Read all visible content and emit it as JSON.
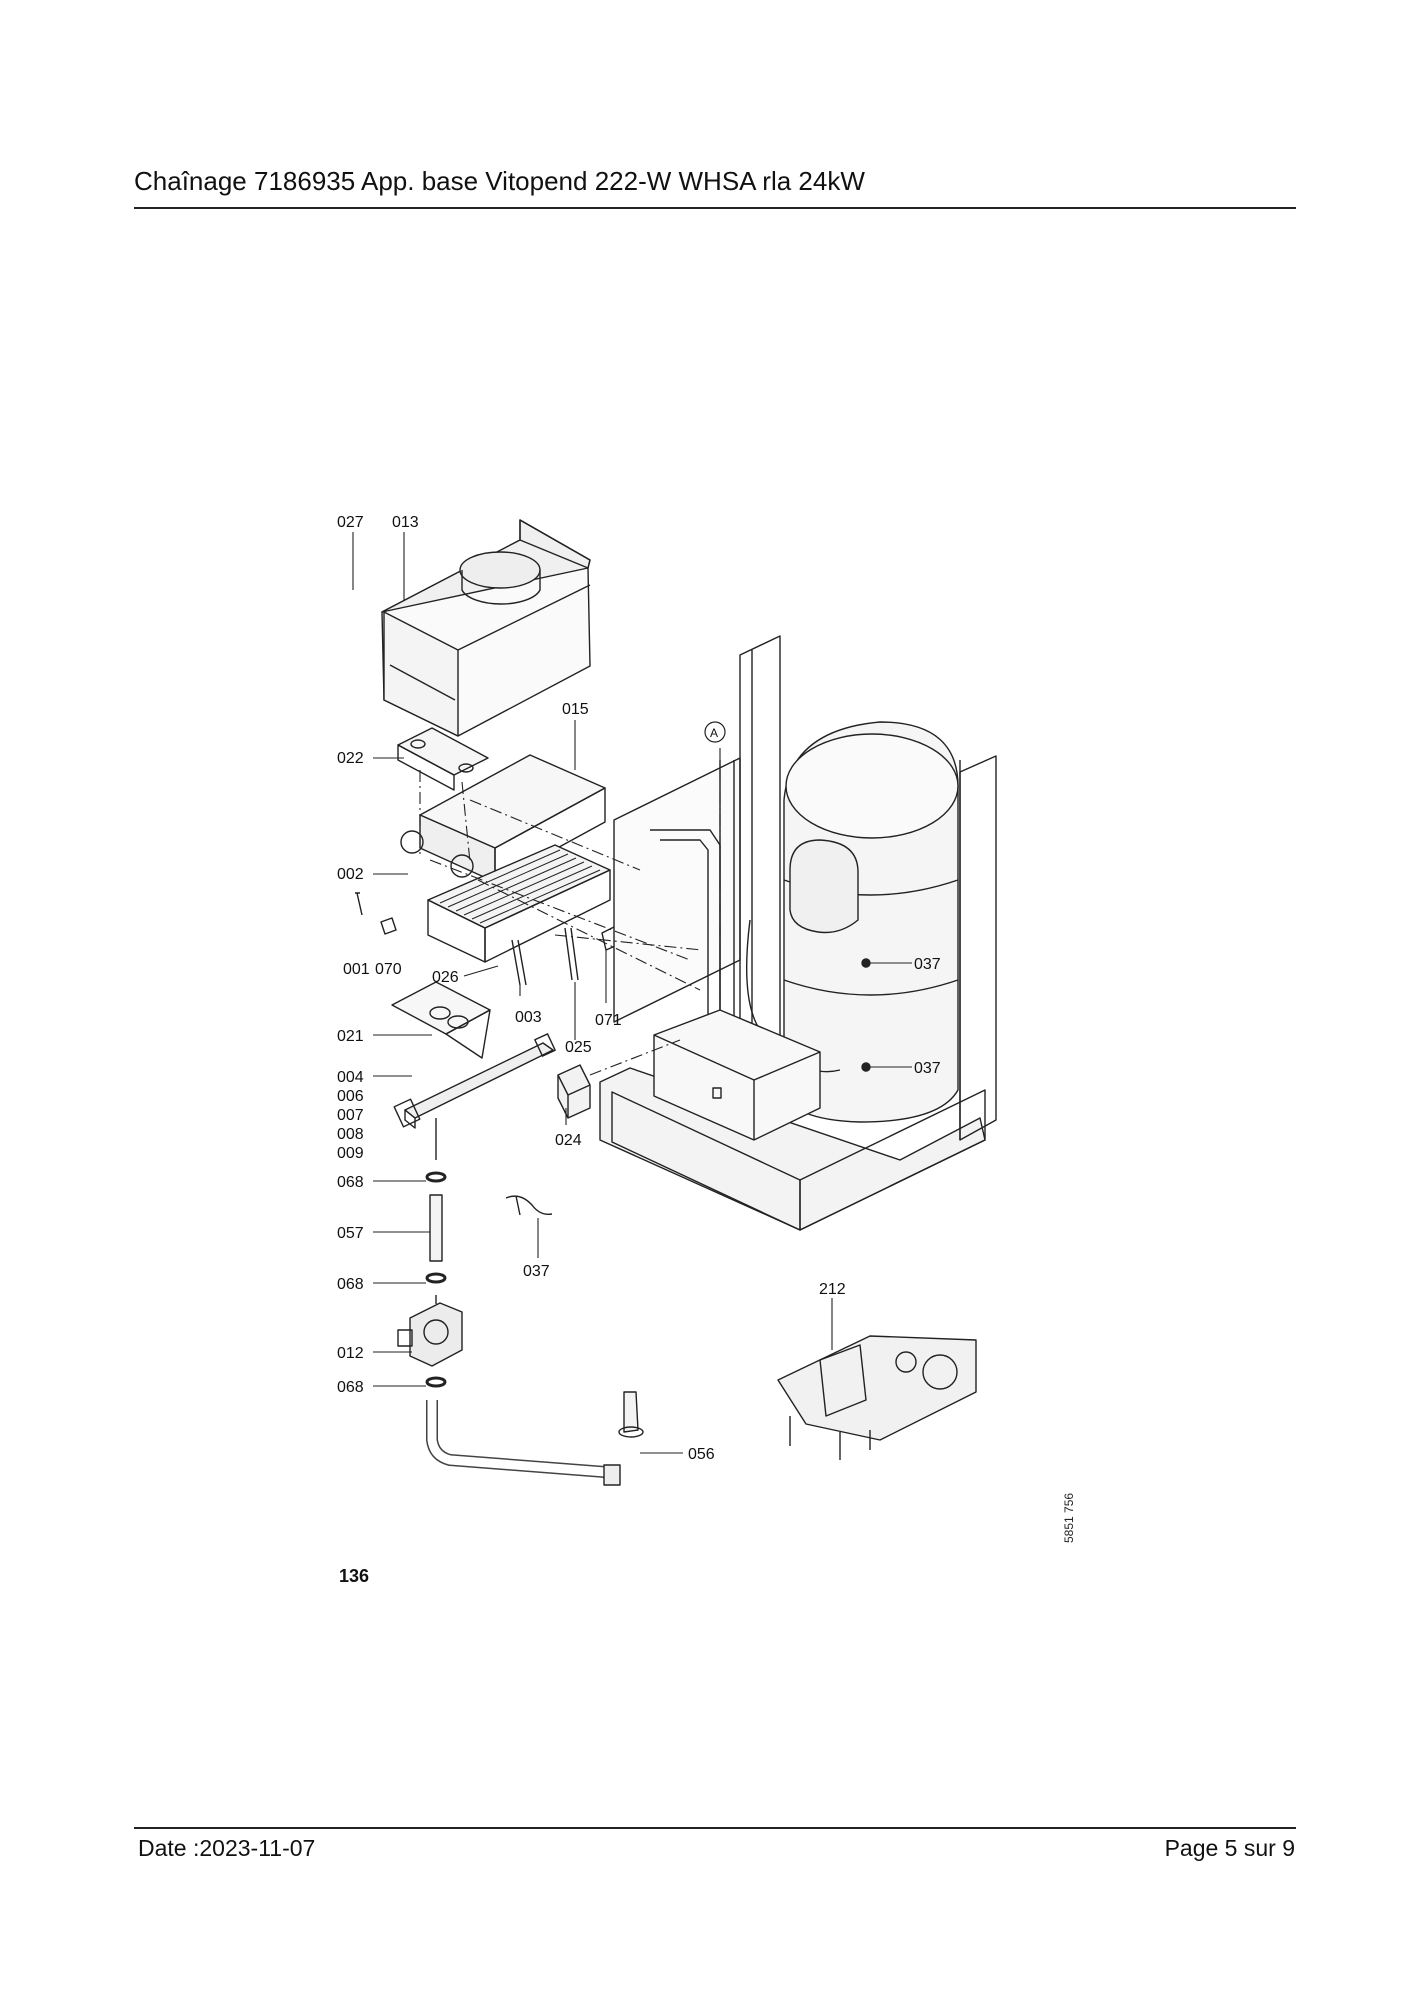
{
  "header": {
    "title": "Chaînage 7186935 App. base Vitopend 222-W WHSA rla 24kW"
  },
  "diagram": {
    "callout_a": "A",
    "figure_number": "136",
    "drawing_code": "5851 756",
    "labels": {
      "l027": "027",
      "l013": "013",
      "l015": "015",
      "l022": "022",
      "l002": "002",
      "l001": "001",
      "l070": "070",
      "l026": "026",
      "l003": "003",
      "l071": "071",
      "l025": "025",
      "l021": "021",
      "l004": "004",
      "l006": "006",
      "l007": "007",
      "l008": "008",
      "l009": "009",
      "l068a": "068",
      "l057": "057",
      "l068b": "068",
      "l012": "012",
      "l068c": "068",
      "l024": "024",
      "l037a": "037",
      "l037b": "037",
      "l037c": "037",
      "l212": "212",
      "l056": "056"
    }
  },
  "footer": {
    "date": "Date :2023-11-07",
    "page": "Page 5 sur  9"
  }
}
